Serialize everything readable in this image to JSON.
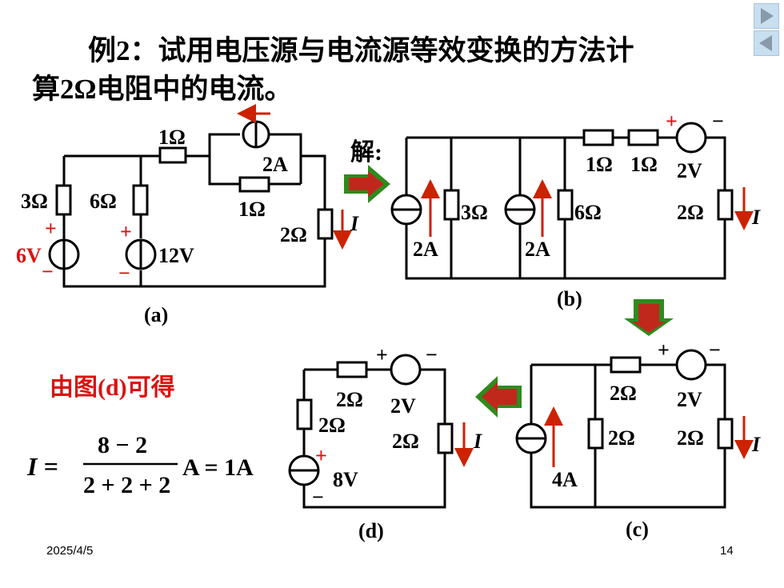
{
  "title": {
    "line1": "例2：试用电压源与电流源等效变换的方法计",
    "line2": "算2Ω电阻中的电流。"
  },
  "solution_label": "解:",
  "result": {
    "text": "由图(d)可得",
    "lhs": "I =",
    "numerator": "8 − 2",
    "denominator": "2 + 2 + 2",
    "rhs": "A = 1A"
  },
  "circuit_a": {
    "caption": "(a)",
    "r_top": "1Ω",
    "current_source": "2A",
    "r_parallel": "1Ω",
    "r_left1": "3Ω",
    "r_left2": "6Ω",
    "r_load": "2Ω",
    "v1": "6V",
    "v2": "12V",
    "current": "I",
    "plus": "+",
    "minus": "−"
  },
  "circuit_b": {
    "caption": "(b)",
    "s1": "2A",
    "r1": "3Ω",
    "s2": "2A",
    "r2": "6Ω",
    "r_top1": "1Ω",
    "r_top2": "1Ω",
    "v": "2V",
    "r_load": "2Ω",
    "current": "I",
    "plus": "+",
    "minus": "−"
  },
  "circuit_c": {
    "caption": "(c)",
    "s": "4A",
    "r_mid": "2Ω",
    "r_top": "2Ω",
    "v": "2V",
    "r_load": "2Ω",
    "current": "I",
    "plus": "+",
    "minus": "−"
  },
  "circuit_d": {
    "caption": "(d)",
    "r_top": "2Ω",
    "r_left": "2Ω",
    "v_left": "8V",
    "v_top": "2V",
    "r_load": "2Ω",
    "current": "I",
    "plus": "+",
    "minus": "−"
  },
  "footer": {
    "date": "2025/4/5",
    "page": "14"
  },
  "colors": {
    "accent_red": "#dd1111",
    "arrow_green": "#2e8b1e",
    "arrow_red": "#c0281c",
    "nav_bg": "#c8dff0"
  }
}
